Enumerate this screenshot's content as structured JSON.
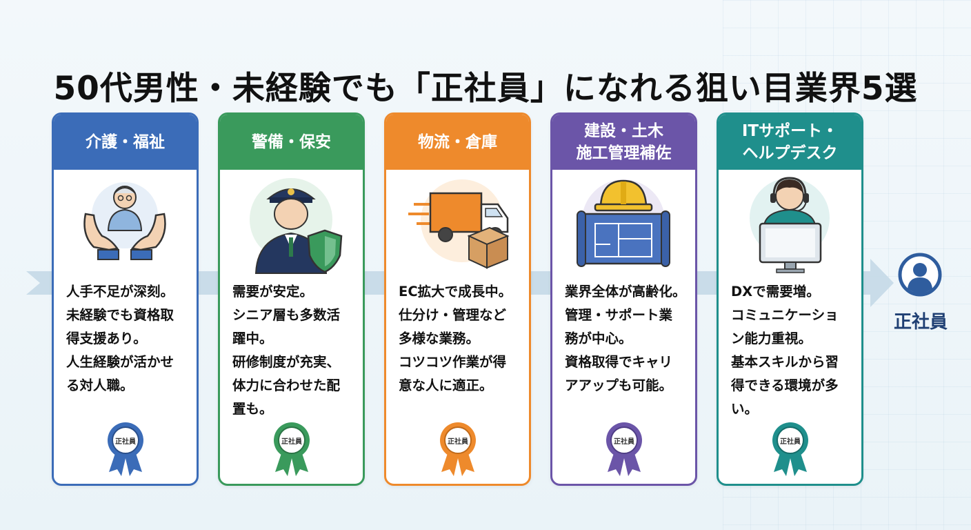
{
  "title": "50代男性・未経験でも「正社員」になれる狙い目業界5選",
  "colors": {
    "care": "#3b6cb8",
    "security": "#3a9a5c",
    "logistics": "#ee8a2c",
    "construction": "#6b55a8",
    "it": "#1f8f8c",
    "arrow": "#c4d9e7",
    "goal": "#2f5d9e"
  },
  "cards": [
    {
      "key": "care",
      "title_lines": [
        "介護・福祉"
      ],
      "icon": "caring-hands-elder-icon",
      "desc": [
        "人手不足が深刻。",
        "未経験でも資格取",
        "得支援あり。",
        "人生経験が活かせ",
        "る対人職。"
      ],
      "badge": "正社員"
    },
    {
      "key": "security",
      "title_lines": [
        "警備・保安"
      ],
      "icon": "security-guard-shield-icon",
      "desc": [
        "需要が安定。",
        "シニア層も多数活",
        "躍中。",
        "研修制度が充実、",
        "体力に合わせた配",
        "置も。"
      ],
      "badge": "正社員"
    },
    {
      "key": "logistics",
      "title_lines": [
        "物流・倉庫"
      ],
      "icon": "delivery-truck-box-icon",
      "desc": [
        "EC拡大で成長中。",
        "仕分け・管理など",
        "多様な業務。",
        "コツコツ作業が得",
        "意な人に適正。"
      ],
      "badge": "正社員"
    },
    {
      "key": "construction",
      "title_lines": [
        "建設・土木",
        "施工管理補佐"
      ],
      "icon": "hardhat-blueprint-icon",
      "desc": [
        "業界全体が高齢化。",
        "管理・サポート業",
        "務が中心。",
        "資格取得でキャリ",
        "アアップも可能。"
      ],
      "badge": "正社員"
    },
    {
      "key": "it",
      "title_lines": [
        "ITサポート・",
        "ヘルプデスク"
      ],
      "icon": "headset-operator-monitor-icon",
      "desc": [
        "DXで需要増。",
        "コミュニケーショ",
        "ン能力重視。",
        "基本スキルから習",
        "得できる環境が多",
        "い。"
      ],
      "badge": "正社員"
    }
  ],
  "goal": {
    "label": "正社員",
    "icon": "person-circle-icon"
  }
}
